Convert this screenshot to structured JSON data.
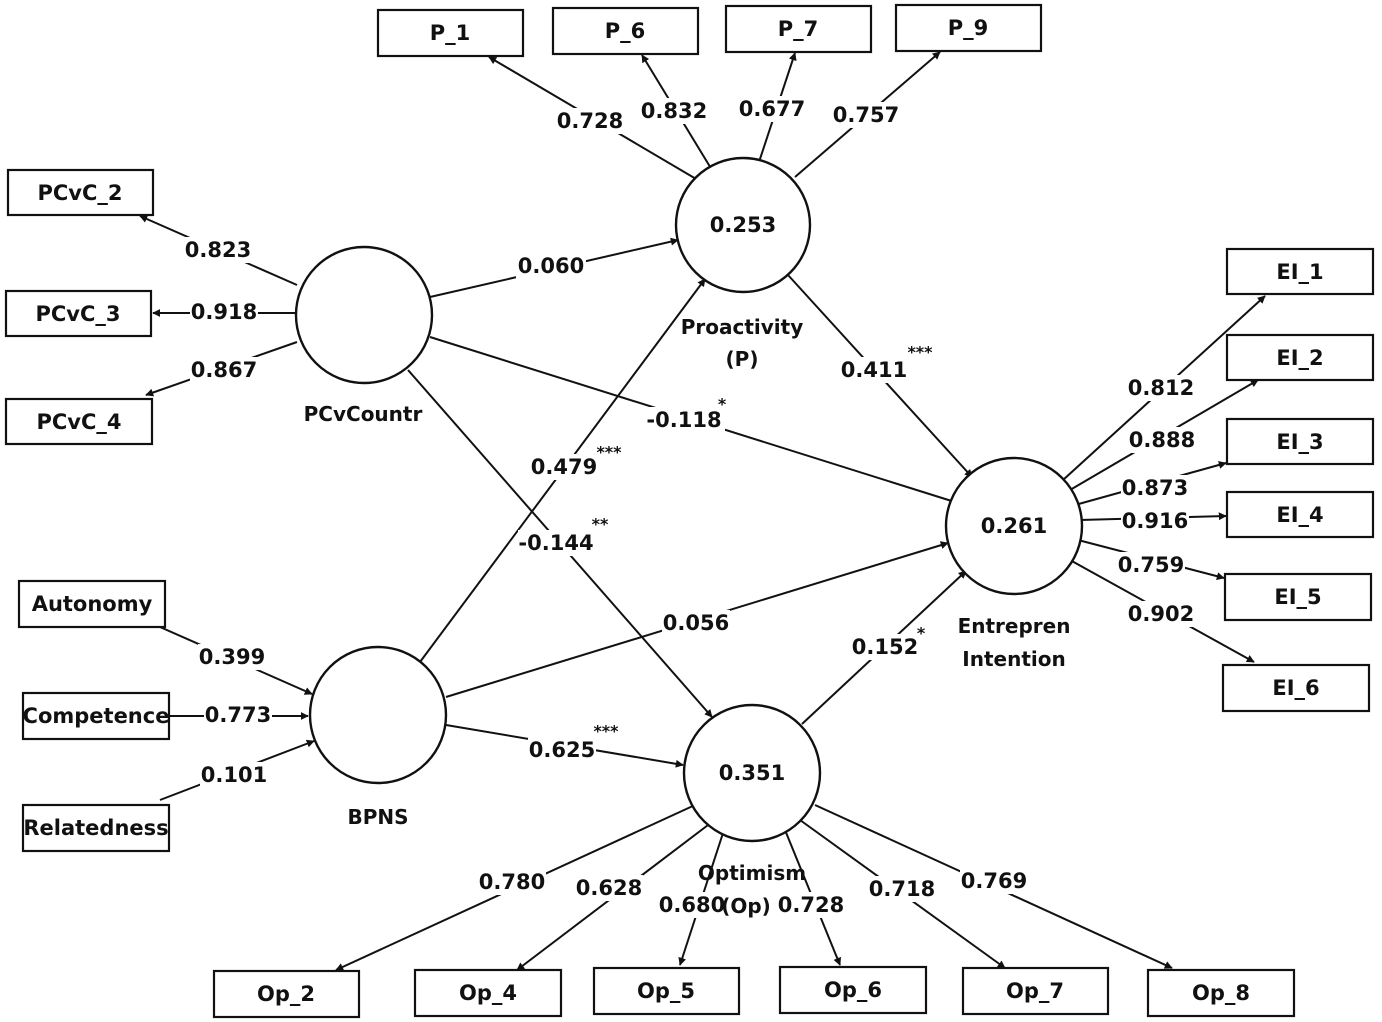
{
  "indicators": {
    "P_1": "P_1",
    "P_6": "P_6",
    "P_7": "P_7",
    "P_9": "P_9",
    "PCvC_2": "PCvC_2",
    "PCvC_3": "PCvC_3",
    "PCvC_4": "PCvC_4",
    "Autonomy": "Autonomy",
    "Competence": "Competence",
    "Relatedness": "Relatedness",
    "EI_1": "EI_1",
    "EI_2": "EI_2",
    "EI_3": "EI_3",
    "EI_4": "EI_4",
    "EI_5": "EI_5",
    "EI_6": "EI_6",
    "Op_2": "Op_2",
    "Op_4": "Op_4",
    "Op_5": "Op_5",
    "Op_6": "Op_6",
    "Op_7": "Op_7",
    "Op_8": "Op_8"
  },
  "latents": {
    "proactivity": {
      "r2": "0.253",
      "name_line1": "Proactivity",
      "name_line2": "(P)"
    },
    "pcvcountr": {
      "r2": "",
      "name_line1": "PCvCountr"
    },
    "bpns": {
      "r2": "",
      "name_line1": "BPNS"
    },
    "entrepreneurial": {
      "r2": "0.261",
      "name_line1": "Entrepren",
      "name_line2": "Intention"
    },
    "optimism": {
      "r2": "0.351",
      "name_line1": "Optimism",
      "name_line2": "(Op)"
    }
  },
  "loadings": {
    "p1": "0.728",
    "p6": "0.832",
    "p7": "0.677",
    "p9": "0.757",
    "pcvc2": "0.823",
    "pcvc3": "0.918",
    "pcvc4": "0.867",
    "autonomy": "0.399",
    "competence": "0.773",
    "relatedness": "0.101",
    "ei1": "0.812",
    "ei2": "0.888",
    "ei3": "0.873",
    "ei4": "0.916",
    "ei5": "0.759",
    "ei6": "0.902",
    "op2": "0.780",
    "op4": "0.628",
    "op5": "0.680",
    "op6": "0.728",
    "op7": "0.718",
    "op8": "0.769"
  },
  "paths": {
    "pcv_p": {
      "coef": "0.060",
      "sig": ""
    },
    "pcv_ei": {
      "coef": "-0.118",
      "sig": "*"
    },
    "pcv_op": {
      "coef": "-0.144",
      "sig": "**"
    },
    "bpns_p": {
      "coef": "0.479",
      "sig": "***"
    },
    "bpns_ei": {
      "coef": "0.056",
      "sig": ""
    },
    "bpns_op": {
      "coef": "0.625",
      "sig": "***"
    },
    "p_ei": {
      "coef": "0.411",
      "sig": "***"
    },
    "op_ei": {
      "coef": "0.152",
      "sig": "*"
    }
  }
}
